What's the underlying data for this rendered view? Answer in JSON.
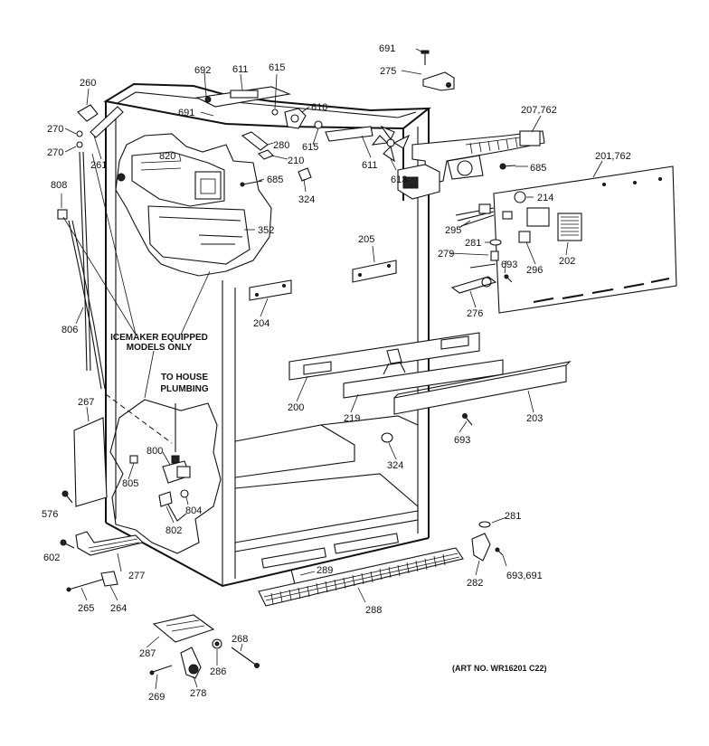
{
  "diagram": {
    "note_icemaker": [
      "ICEMAKER EQUIPPED",
      "MODELS ONLY"
    ],
    "note_plumbing": [
      "TO HOUSE",
      "PLUMBING"
    ],
    "art_no": "(ART NO. WR16201 C22)"
  },
  "labels": {
    "p691a": "691",
    "p275": "275",
    "p692": "692",
    "p611a": "611",
    "p615a": "615",
    "p260": "260",
    "p610": "610",
    "p691b": "691",
    "p270a": "270",
    "p270b": "270",
    "p261": "261",
    "p280": "280",
    "p615b": "615",
    "p210": "210",
    "p207": "207,762",
    "p820": "820",
    "p611b": "611",
    "p613": "613",
    "p685a": "685",
    "p685b": "685",
    "p201": "201,762",
    "p808": "808",
    "p324a": "324",
    "p214": "214",
    "p352": "352",
    "p295": "295",
    "p205": "205",
    "p281a": "281",
    "p279": "279",
    "p693a": "693",
    "p296": "296",
    "p202": "202",
    "p204": "204",
    "p276": "276",
    "p806": "806",
    "p200": "200",
    "p219": "219",
    "p203": "203",
    "p267": "267",
    "p693b": "693",
    "p800": "800",
    "p324b": "324",
    "p805": "805",
    "p804": "804",
    "p802": "802",
    "p576": "576",
    "p281b": "281",
    "p602": "602",
    "p277": "277",
    "p289": "289",
    "p282": "282",
    "p693c": "693,691",
    "p265": "265",
    "p264": "264",
    "p288": "288",
    "p287": "287",
    "p268": "268",
    "p286": "286",
    "p269": "269",
    "p278": "278"
  }
}
